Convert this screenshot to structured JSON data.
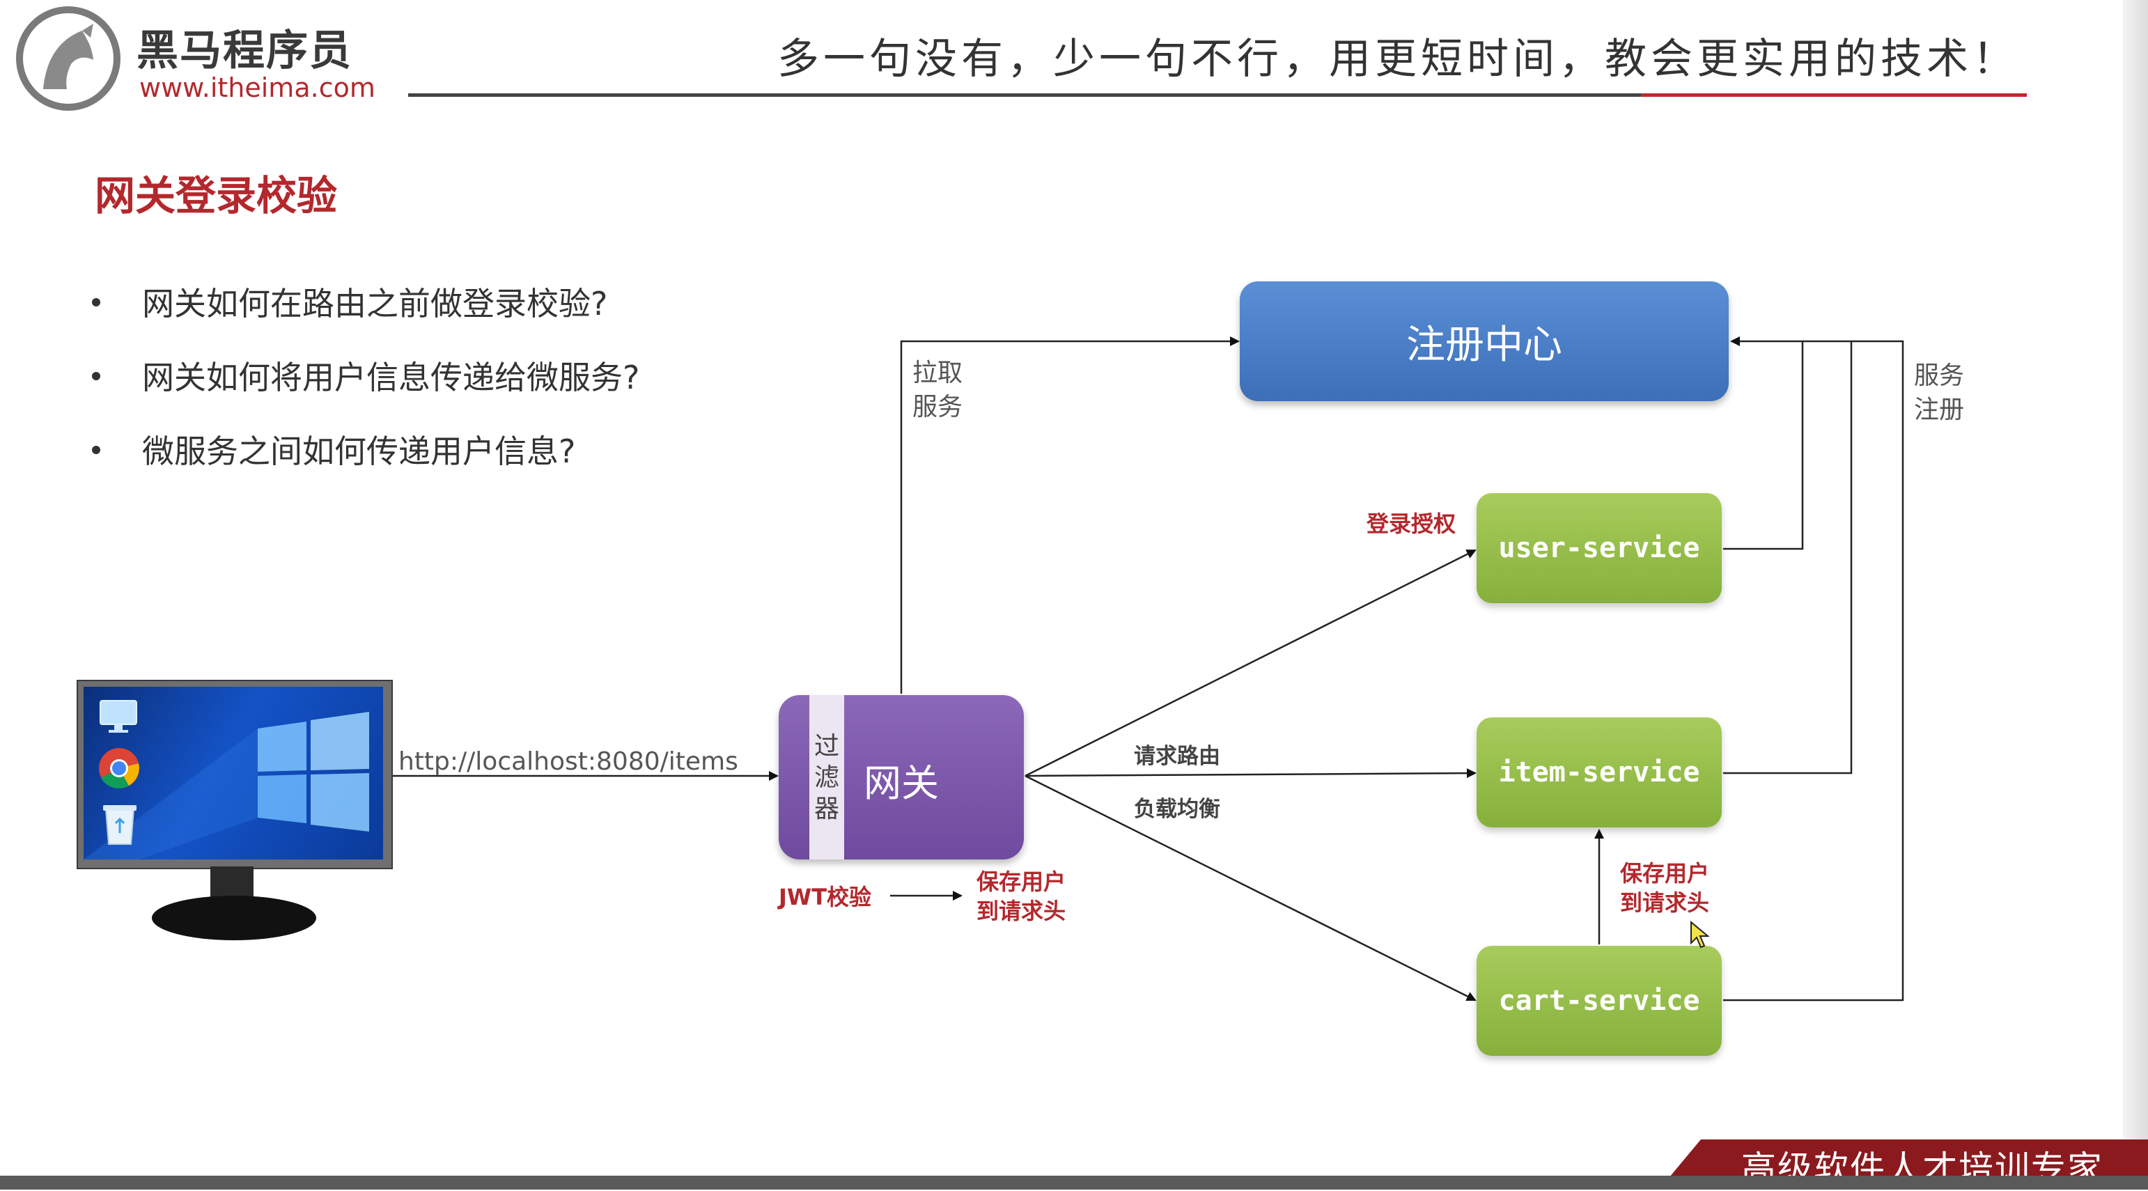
{
  "header": {
    "brand_cn": "黑马程序员",
    "brand_url": "www.itheima.com",
    "slogan": "多一句没有，少一句不行，用更短时间，教会更实用的技术！"
  },
  "slide": {
    "title": "网关登录校验",
    "bullets": [
      "网关如何在路由之前做登录校验?",
      "网关如何将用户信息传递给微服务?",
      "微服务之间如何传递用户信息?"
    ]
  },
  "diagram": {
    "registry": "注册中心",
    "gateway": "网关",
    "filter": [
      "过",
      "滤",
      "器"
    ],
    "services": {
      "user": "user-service",
      "item": "item-service",
      "cart": "cart-service"
    },
    "labels": {
      "pull_service": [
        "拉取",
        "服务"
      ],
      "service_register": [
        "服务",
        "注册"
      ],
      "login_auth": "登录授权",
      "request_route": "请求路由",
      "load_balance": "负载均衡",
      "jwt_check": "JWT校验",
      "save_user_gateway": [
        "保存用户",
        "到请求头"
      ],
      "save_user_service": [
        "保存用户",
        "到请求头"
      ],
      "url": "http://localhost:8080/items"
    }
  },
  "footer": {
    "text": "高级软件人才培训专家"
  },
  "colors": {
    "brand_red": "#b3282d",
    "registry_blue": "#4a80c9",
    "service_green": "#96bd48",
    "gateway_purple": "#7e58ab"
  }
}
